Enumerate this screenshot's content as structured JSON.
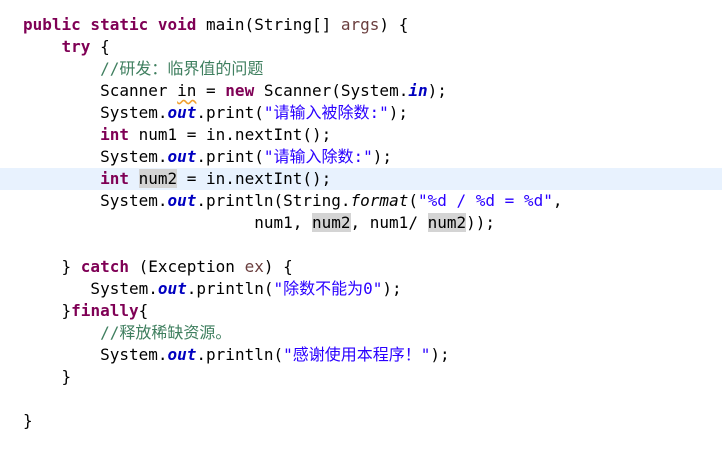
{
  "editor": {
    "language": "java",
    "current_line_index": 7,
    "colors": {
      "keyword": "#7f0055",
      "string": "#2a00ff",
      "comment": "#3f7f5f",
      "static_field": "#0000c0",
      "occurrence_highlight": "#d4d4d4",
      "current_line": "#e8f2fe",
      "warning_underline": "#f0a030"
    },
    "lines": [
      {
        "tokens": [
          {
            "text": "public static void",
            "type": "kw"
          },
          {
            "text": " main(String[] ",
            "type": ""
          },
          {
            "text": "args",
            "type": "var"
          },
          {
            "text": ") {",
            "type": ""
          }
        ]
      },
      {
        "tokens": [
          {
            "text": "    ",
            "type": ""
          },
          {
            "text": "try",
            "type": "kw"
          },
          {
            "text": " {",
            "type": ""
          }
        ]
      },
      {
        "tokens": [
          {
            "text": "        ",
            "type": ""
          },
          {
            "text": "//研发：临界值的问题",
            "type": "cm"
          }
        ]
      },
      {
        "tokens": [
          {
            "text": "        Scanner ",
            "type": ""
          },
          {
            "text": "in",
            "type": "warn"
          },
          {
            "text": " = ",
            "type": ""
          },
          {
            "text": "new",
            "type": "kw"
          },
          {
            "text": " Scanner(System.",
            "type": ""
          },
          {
            "text": "in",
            "type": "st"
          },
          {
            "text": ");",
            "type": ""
          }
        ]
      },
      {
        "tokens": [
          {
            "text": "        System.",
            "type": ""
          },
          {
            "text": "out",
            "type": "st"
          },
          {
            "text": ".print(",
            "type": ""
          },
          {
            "text": "\"请输入被除数:\"",
            "type": "str"
          },
          {
            "text": ");",
            "type": ""
          }
        ]
      },
      {
        "tokens": [
          {
            "text": "        ",
            "type": ""
          },
          {
            "text": "int",
            "type": "kw"
          },
          {
            "text": " num1 = in.nextInt();",
            "type": ""
          }
        ]
      },
      {
        "tokens": [
          {
            "text": "        System.",
            "type": ""
          },
          {
            "text": "out",
            "type": "st"
          },
          {
            "text": ".print(",
            "type": ""
          },
          {
            "text": "\"请输入除数:\"",
            "type": "str"
          },
          {
            "text": ");",
            "type": ""
          }
        ]
      },
      {
        "tokens": [
          {
            "text": "        ",
            "type": ""
          },
          {
            "text": "int",
            "type": "kw"
          },
          {
            "text": " ",
            "type": ""
          },
          {
            "text": "num2",
            "type": "hl"
          },
          {
            "text": " = in.nextInt();",
            "type": ""
          }
        ]
      },
      {
        "tokens": [
          {
            "text": "        System.",
            "type": ""
          },
          {
            "text": "out",
            "type": "st"
          },
          {
            "text": ".println(String.",
            "type": ""
          },
          {
            "text": "format",
            "type": "it"
          },
          {
            "text": "(",
            "type": ""
          },
          {
            "text": "\"%d / %d = %d\"",
            "type": "str"
          },
          {
            "text": ",",
            "type": ""
          }
        ]
      },
      {
        "tokens": [
          {
            "text": "                        num1, ",
            "type": ""
          },
          {
            "text": "num2",
            "type": "hl"
          },
          {
            "text": ", num1/ ",
            "type": ""
          },
          {
            "text": "num2",
            "type": "hl"
          },
          {
            "text": "));",
            "type": ""
          }
        ]
      },
      {
        "tokens": []
      },
      {
        "tokens": [
          {
            "text": "    } ",
            "type": ""
          },
          {
            "text": "catch",
            "type": "kw"
          },
          {
            "text": " (Exception ",
            "type": ""
          },
          {
            "text": "ex",
            "type": "var"
          },
          {
            "text": ") {",
            "type": ""
          }
        ]
      },
      {
        "tokens": [
          {
            "text": "       System.",
            "type": ""
          },
          {
            "text": "out",
            "type": "st"
          },
          {
            "text": ".println(",
            "type": ""
          },
          {
            "text": "\"除数不能为0\"",
            "type": "str"
          },
          {
            "text": ");",
            "type": ""
          }
        ]
      },
      {
        "tokens": [
          {
            "text": "    }",
            "type": ""
          },
          {
            "text": "finally",
            "type": "kw"
          },
          {
            "text": "{",
            "type": ""
          }
        ]
      },
      {
        "tokens": [
          {
            "text": "        ",
            "type": ""
          },
          {
            "text": "//释放稀缺资源。",
            "type": "cm"
          }
        ]
      },
      {
        "tokens": [
          {
            "text": "        System.",
            "type": ""
          },
          {
            "text": "out",
            "type": "st"
          },
          {
            "text": ".println(",
            "type": ""
          },
          {
            "text": "\"感谢使用本程序！\"",
            "type": "str"
          },
          {
            "text": ");",
            "type": ""
          }
        ]
      },
      {
        "tokens": [
          {
            "text": "    }",
            "type": ""
          }
        ]
      },
      {
        "tokens": []
      },
      {
        "tokens": [
          {
            "text": "}",
            "type": ""
          }
        ]
      }
    ]
  }
}
